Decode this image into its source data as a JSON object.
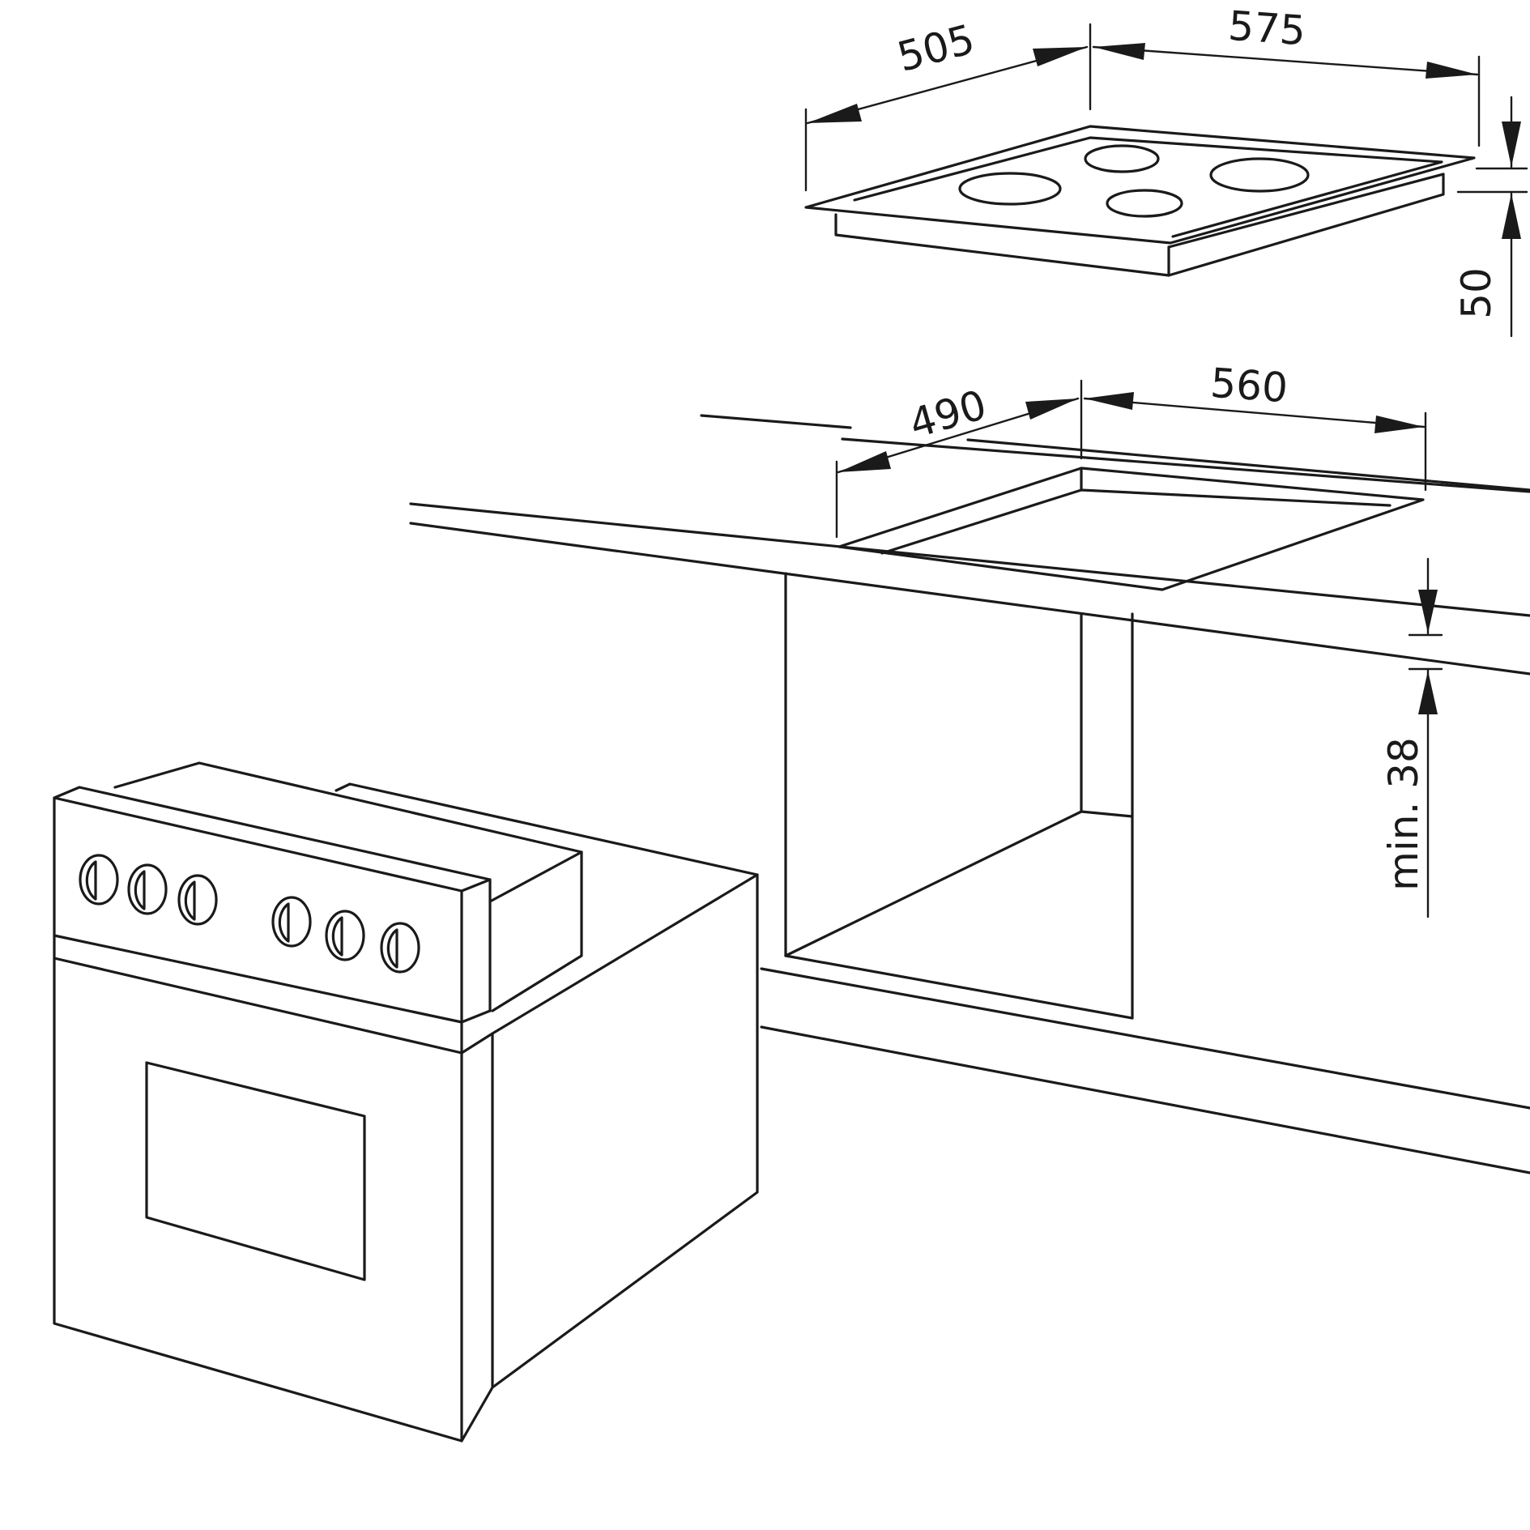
{
  "dimensions": {
    "hob_depth": "505",
    "hob_width": "575",
    "hob_height": "50",
    "cutout_depth": "490",
    "cutout_width": "560",
    "worktop_min": "min. 38"
  }
}
